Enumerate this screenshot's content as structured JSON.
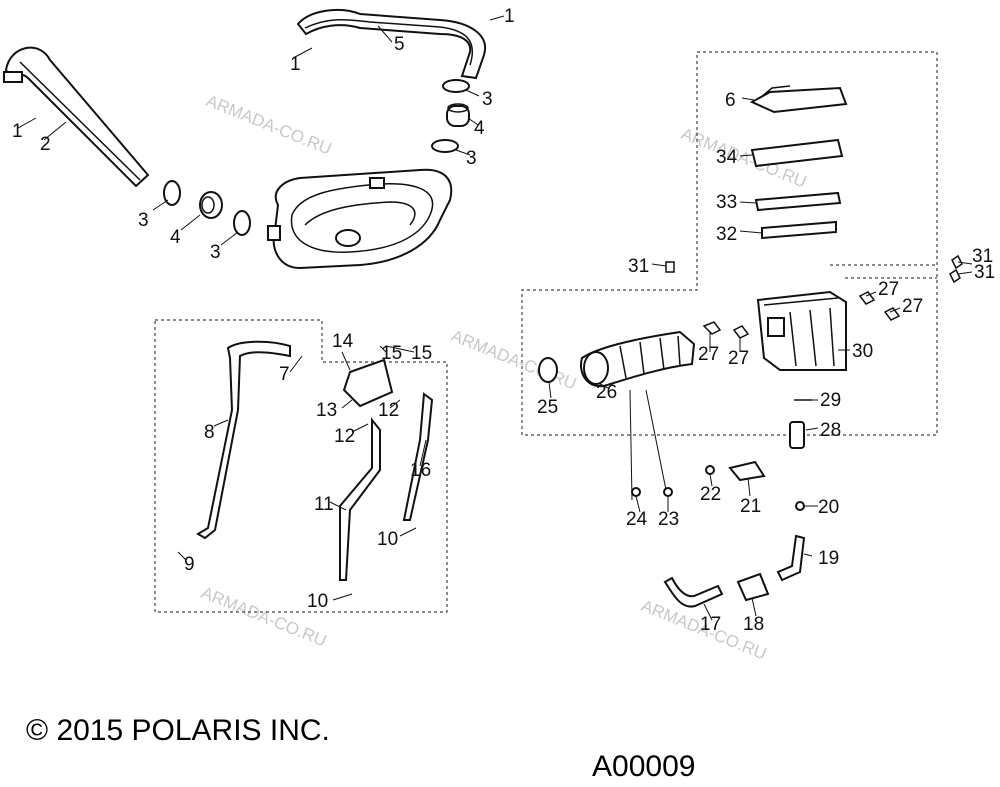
{
  "diagram": {
    "callouts": [
      "1",
      "5",
      "1",
      "2",
      "1",
      "3",
      "4",
      "3",
      "3",
      "4",
      "3",
      "6",
      "34",
      "33",
      "32",
      "31",
      "31",
      "31",
      "27",
      "27",
      "27",
      "27",
      "30",
      "29",
      "28",
      "25",
      "26",
      "14",
      "15",
      "15",
      "7",
      "13",
      "12",
      "12",
      "8",
      "16",
      "11",
      "10",
      "10",
      "9",
      "22",
      "21",
      "24",
      "23",
      "20",
      "19",
      "17",
      "18"
    ],
    "copyright": "© 2015 POLARIS INC.",
    "figure_id": "A00009",
    "watermark": "ARMADA-CO.RU"
  }
}
